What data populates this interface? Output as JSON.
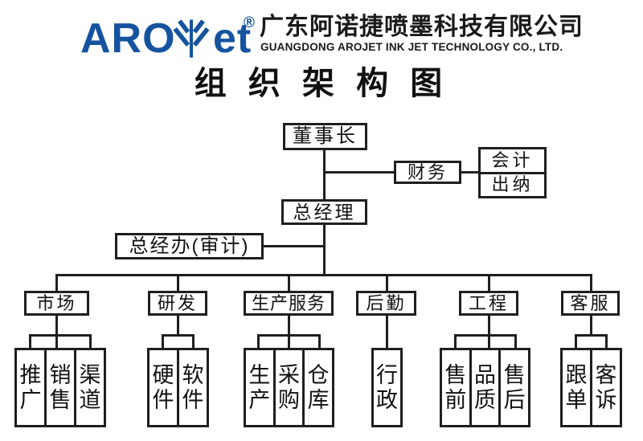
{
  "header": {
    "logo_aro": "ARO",
    "logo_et": "et",
    "logo_reg": "®",
    "brand_color": "#15539e",
    "company_cn": "广东阿诺捷喷墨科技有限公司",
    "company_en": "GUANGDONG AROJET INK JET TECHNOLOGY CO., LTD."
  },
  "title": "组 织 架 构 图",
  "org": {
    "chairman": "董事长",
    "finance": "财务",
    "finance_children": [
      "会计",
      "出纳"
    ],
    "general_manager": "总经理",
    "gm_office": "总经办(审计)",
    "departments": [
      {
        "name": "市场",
        "children": [
          "推广",
          "销售",
          "渠道"
        ]
      },
      {
        "name": "研发",
        "children": [
          "硬件",
          "软件"
        ]
      },
      {
        "name": "生产服务",
        "children": [
          "生产",
          "采购",
          "仓库"
        ]
      },
      {
        "name": "后勤",
        "children": [
          "行政"
        ]
      },
      {
        "name": "工程",
        "children": [
          "售前",
          "品质",
          "售后"
        ]
      },
      {
        "name": "客服",
        "children": [
          "跟单",
          "客诉"
        ]
      }
    ]
  }
}
